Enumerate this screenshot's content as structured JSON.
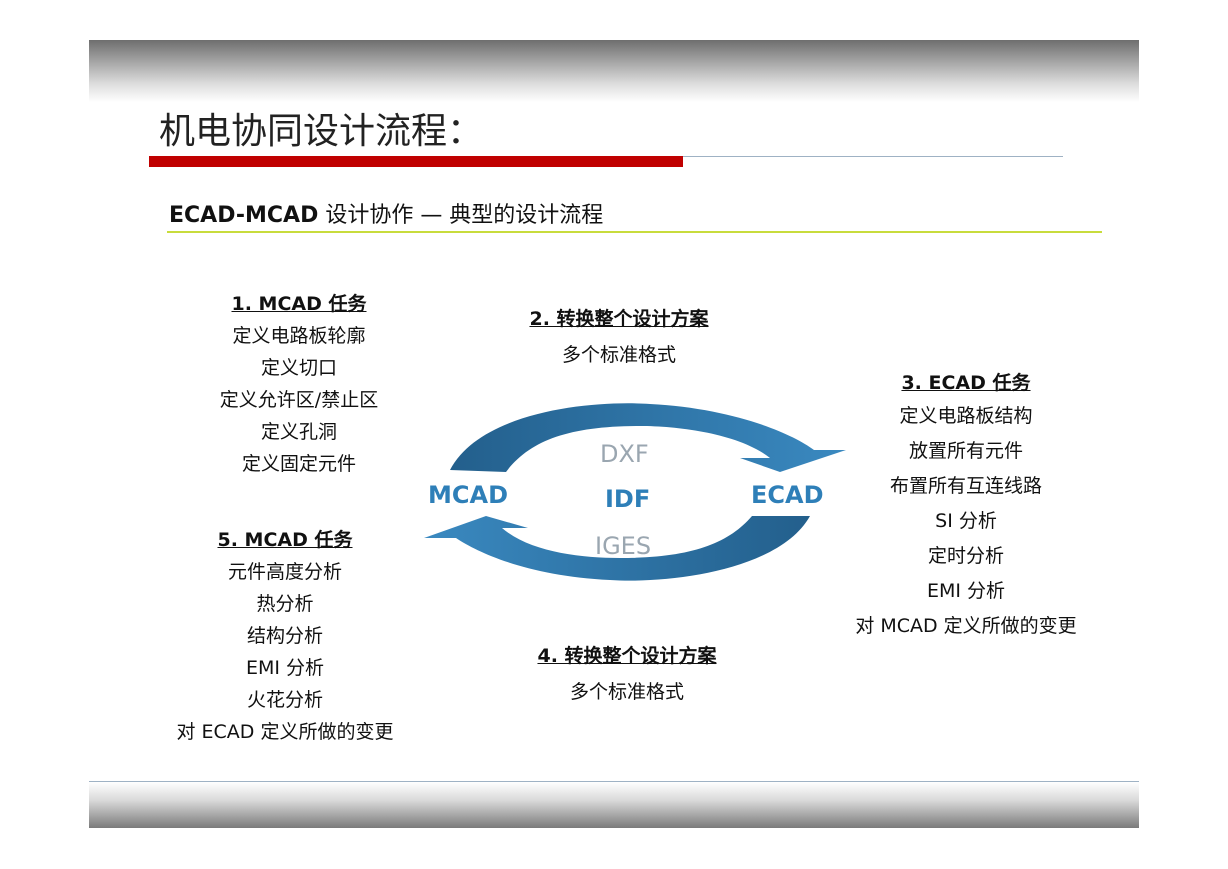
{
  "header": {
    "title": "机电协同设计流程：",
    "subtitle_bold": "ECAD-MCAD",
    "subtitle_rest": " 设计协作 — 典型的设计流程"
  },
  "blocks": {
    "mcad1": {
      "heading": "1. MCAD 任务",
      "items": [
        "定义电路板轮廓",
        "定义切口",
        "定义允许区/禁止区",
        "定义孔洞",
        "定义固定元件"
      ]
    },
    "convert2": {
      "heading": "2. 转换整个设计方案",
      "items": [
        "多个标准格式"
      ]
    },
    "ecad3": {
      "heading": "3. ECAD 任务",
      "items": [
        "定义电路板结构",
        "放置所有元件",
        "布置所有互连线路",
        "SI 分析",
        "定时分析",
        "EMI 分析",
        "对 MCAD 定义所做的变更"
      ]
    },
    "convert4": {
      "heading": "4. 转换整个设计方案",
      "items": [
        "多个标准格式"
      ]
    },
    "mcad5": {
      "heading": "5. MCAD 任务",
      "items": [
        "元件高度分析",
        "热分析",
        "结构分析",
        "EMI 分析",
        "火花分析",
        "对 ECAD 定义所做的变更"
      ]
    }
  },
  "diagram": {
    "left_label": "MCAD",
    "right_label": "ECAD",
    "formats": [
      "DXF",
      "IDF",
      "IGES"
    ],
    "colors": {
      "arrow_dark": "#2a6f9e",
      "arrow_light": "#3f8ec4",
      "label_blue": "#2e7fb8",
      "format_grey": "#9aa6b0"
    }
  },
  "colors": {
    "accent_red": "#c00000",
    "accent_lime": "#c8dc3c"
  }
}
